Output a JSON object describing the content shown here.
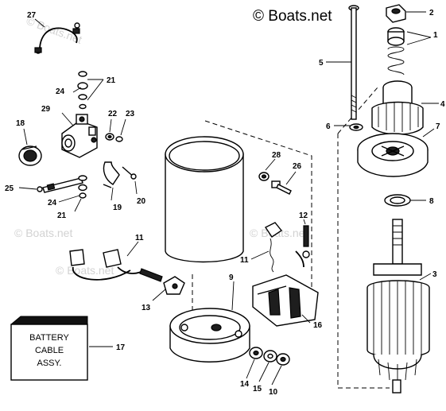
{
  "watermark": {
    "main": "© Boats.net",
    "faint": "© Boats.net"
  },
  "battery_box": {
    "lines": [
      "BATTERY",
      "CABLE",
      "ASSY."
    ]
  },
  "callouts": [
    "1",
    "2",
    "3",
    "4",
    "5",
    "6",
    "7",
    "8",
    "9",
    "10",
    "11",
    "11",
    "12",
    "13",
    "14",
    "15",
    "16",
    "17",
    "18",
    "19",
    "20",
    "21",
    "21",
    "22",
    "23",
    "24",
    "24",
    "25",
    "26",
    "27",
    "28",
    "29"
  ]
}
